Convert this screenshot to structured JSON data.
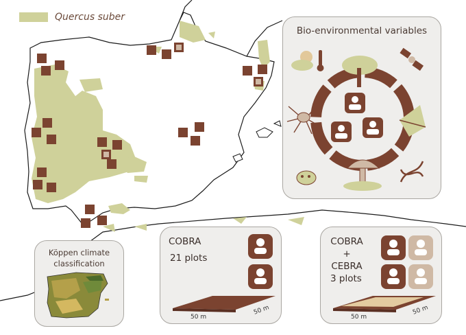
{
  "legend": {
    "label": "Quercus suber",
    "color": "#cfd19a"
  },
  "bio_panel": {
    "title": "Bio-environmental variables"
  },
  "koppen_panel": {
    "title_line1": "Köppen climate",
    "title_line2": "classification"
  },
  "cobra_panel": {
    "name": "COBRA",
    "plots": "21 plots",
    "dim_x": "50 m",
    "dim_y": "50 m"
  },
  "cebra_panel": {
    "name_line1": "COBRA",
    "name_line2": "+",
    "name_line3": "CEBRA",
    "plots": "3 plots",
    "dim_x": "50 m",
    "dim_y": "50 m"
  },
  "colors": {
    "plot_brown": "#7b4330",
    "plot_light": "#cfb9a5",
    "cork_green": "#cfd19a",
    "panel_bg": "#efeeec"
  },
  "icons": [
    "sun-cloud-icon",
    "thermometer-icon",
    "satellite-icon",
    "tree-icon",
    "leaf-icon",
    "spider-icon",
    "dna-icon",
    "insect-icon",
    "mushroom-icon",
    "researcher-icon"
  ]
}
